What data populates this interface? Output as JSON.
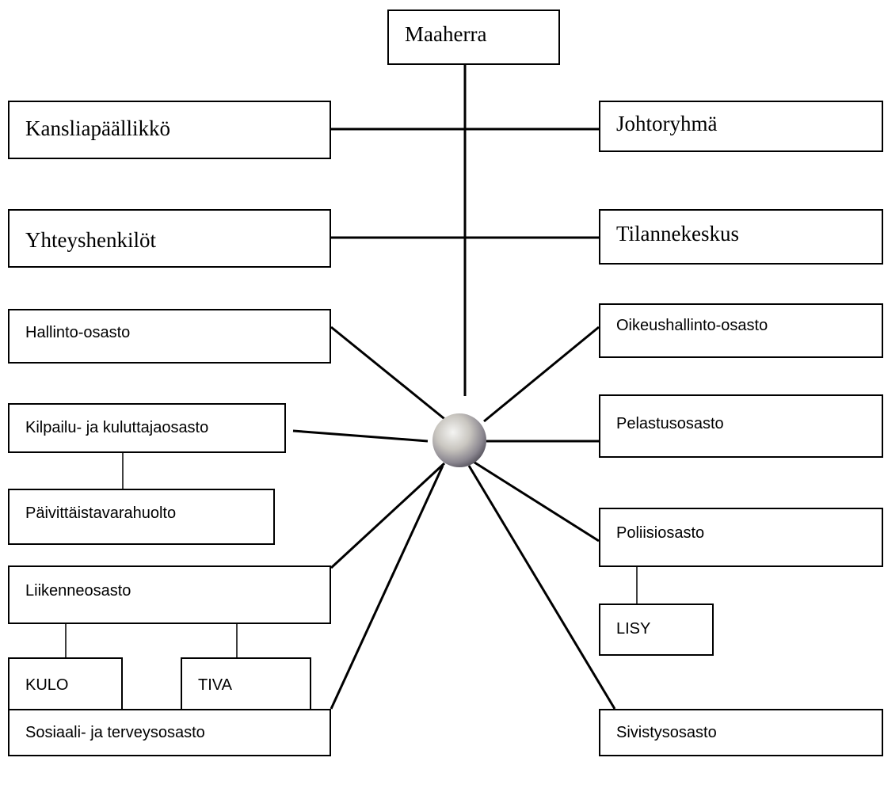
{
  "hub": {
    "icon": "sphere-hub-icon"
  },
  "nodes": {
    "maaherra": "Maaherra",
    "kansliapaallikko": "Kansliapäällikkö",
    "johtoryhma": "Johtoryhmä",
    "yhteyshenkilot": "Yhteyshenkilöt",
    "tilannekeskus": "Tilannekeskus",
    "hallinto": "Hallinto-osasto",
    "oikeushallinto": "Oikeushallinto-osasto",
    "kilpailu": "Kilpailu- ja kuluttajaosasto",
    "pelastus": "Pelastusosasto",
    "paivittaistavara": "Päivittäistavarahuolto",
    "poliisi": "Poliisiosasto",
    "liikenne": "Liikenneosasto",
    "lisy": "LISY",
    "kulo": "KULO",
    "tiva": "TIVA",
    "sosiaali": "Sosiaali- ja terveysosasto",
    "sivistys": "Sivistysosasto"
  }
}
